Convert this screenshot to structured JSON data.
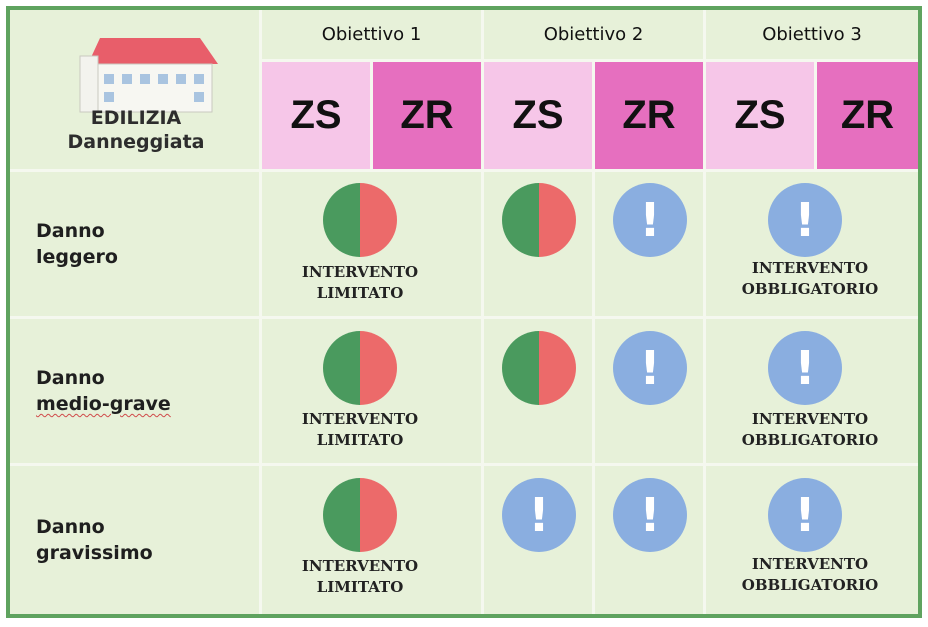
{
  "header": {
    "objectives": [
      "Obiettivo 1",
      "Obiettivo 2",
      "Obiettivo 3"
    ],
    "zones": [
      "ZS",
      "ZR",
      "ZS",
      "ZR",
      "ZS",
      "ZR"
    ],
    "corner_title": "EDILIZIA",
    "corner_subtitle": "Danneggiata"
  },
  "rows": [
    {
      "label_line1": "Danno",
      "label_line2": "leggero"
    },
    {
      "label_line1": "Danno",
      "label_line2": "medio-grave"
    },
    {
      "label_line1": "Danno",
      "label_line2": "gravissimo"
    }
  ],
  "captions": {
    "limited_line1": "INTERVENTO",
    "limited_line2": "LIMITATO",
    "mandatory_line1": "INTERVENTO",
    "mandatory_line2": "OBBLIGATORIO"
  },
  "icons": {
    "half_circle": "green-red-half-circle-icon",
    "warning": "exclamation-circle-icon"
  },
  "colors": {
    "frame": "#5fa35f",
    "background": "#e7f1d9",
    "zs": "#f6c6e8",
    "zr": "#e66fbf",
    "green": "#4a9a5e",
    "red": "#ec6a6a",
    "blue": "#8aaee0"
  }
}
